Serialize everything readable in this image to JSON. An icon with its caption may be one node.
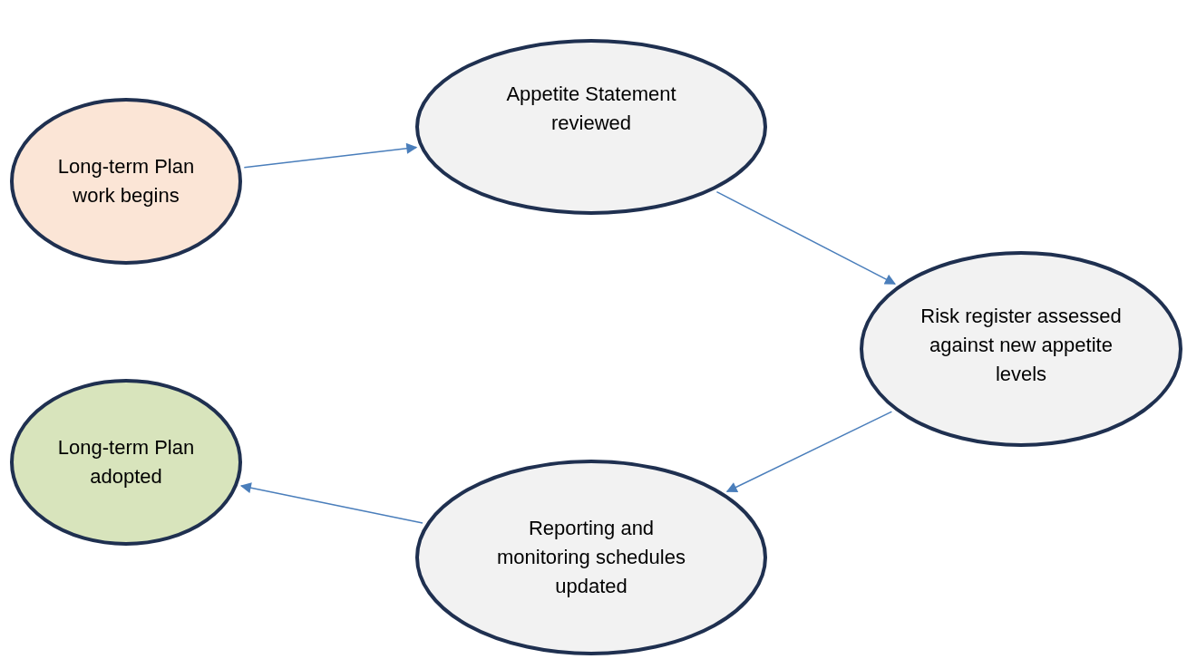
{
  "diagram": {
    "nodes": [
      {
        "text": [
          "Long-term Plan work begins"
        ]
      },
      {
        "text": [
          "Appetite Statement reviewed"
        ]
      },
      {
        "text": [
          "Risk register assessed against new appetite levels"
        ]
      },
      {
        "text": [
          "Reporting and monitoring schedules updated"
        ]
      },
      {
        "text": [
          "Long-term Plan adopted"
        ]
      }
    ],
    "edges": [
      {
        "from": 0,
        "to": 1,
        "arrow": "to"
      },
      {
        "from": 1,
        "to": 2,
        "arrow": "to"
      },
      {
        "from": 2,
        "to": 3,
        "arrow": "to"
      },
      {
        "from": 3,
        "to": 4,
        "arrow": "to"
      }
    ]
  }
}
